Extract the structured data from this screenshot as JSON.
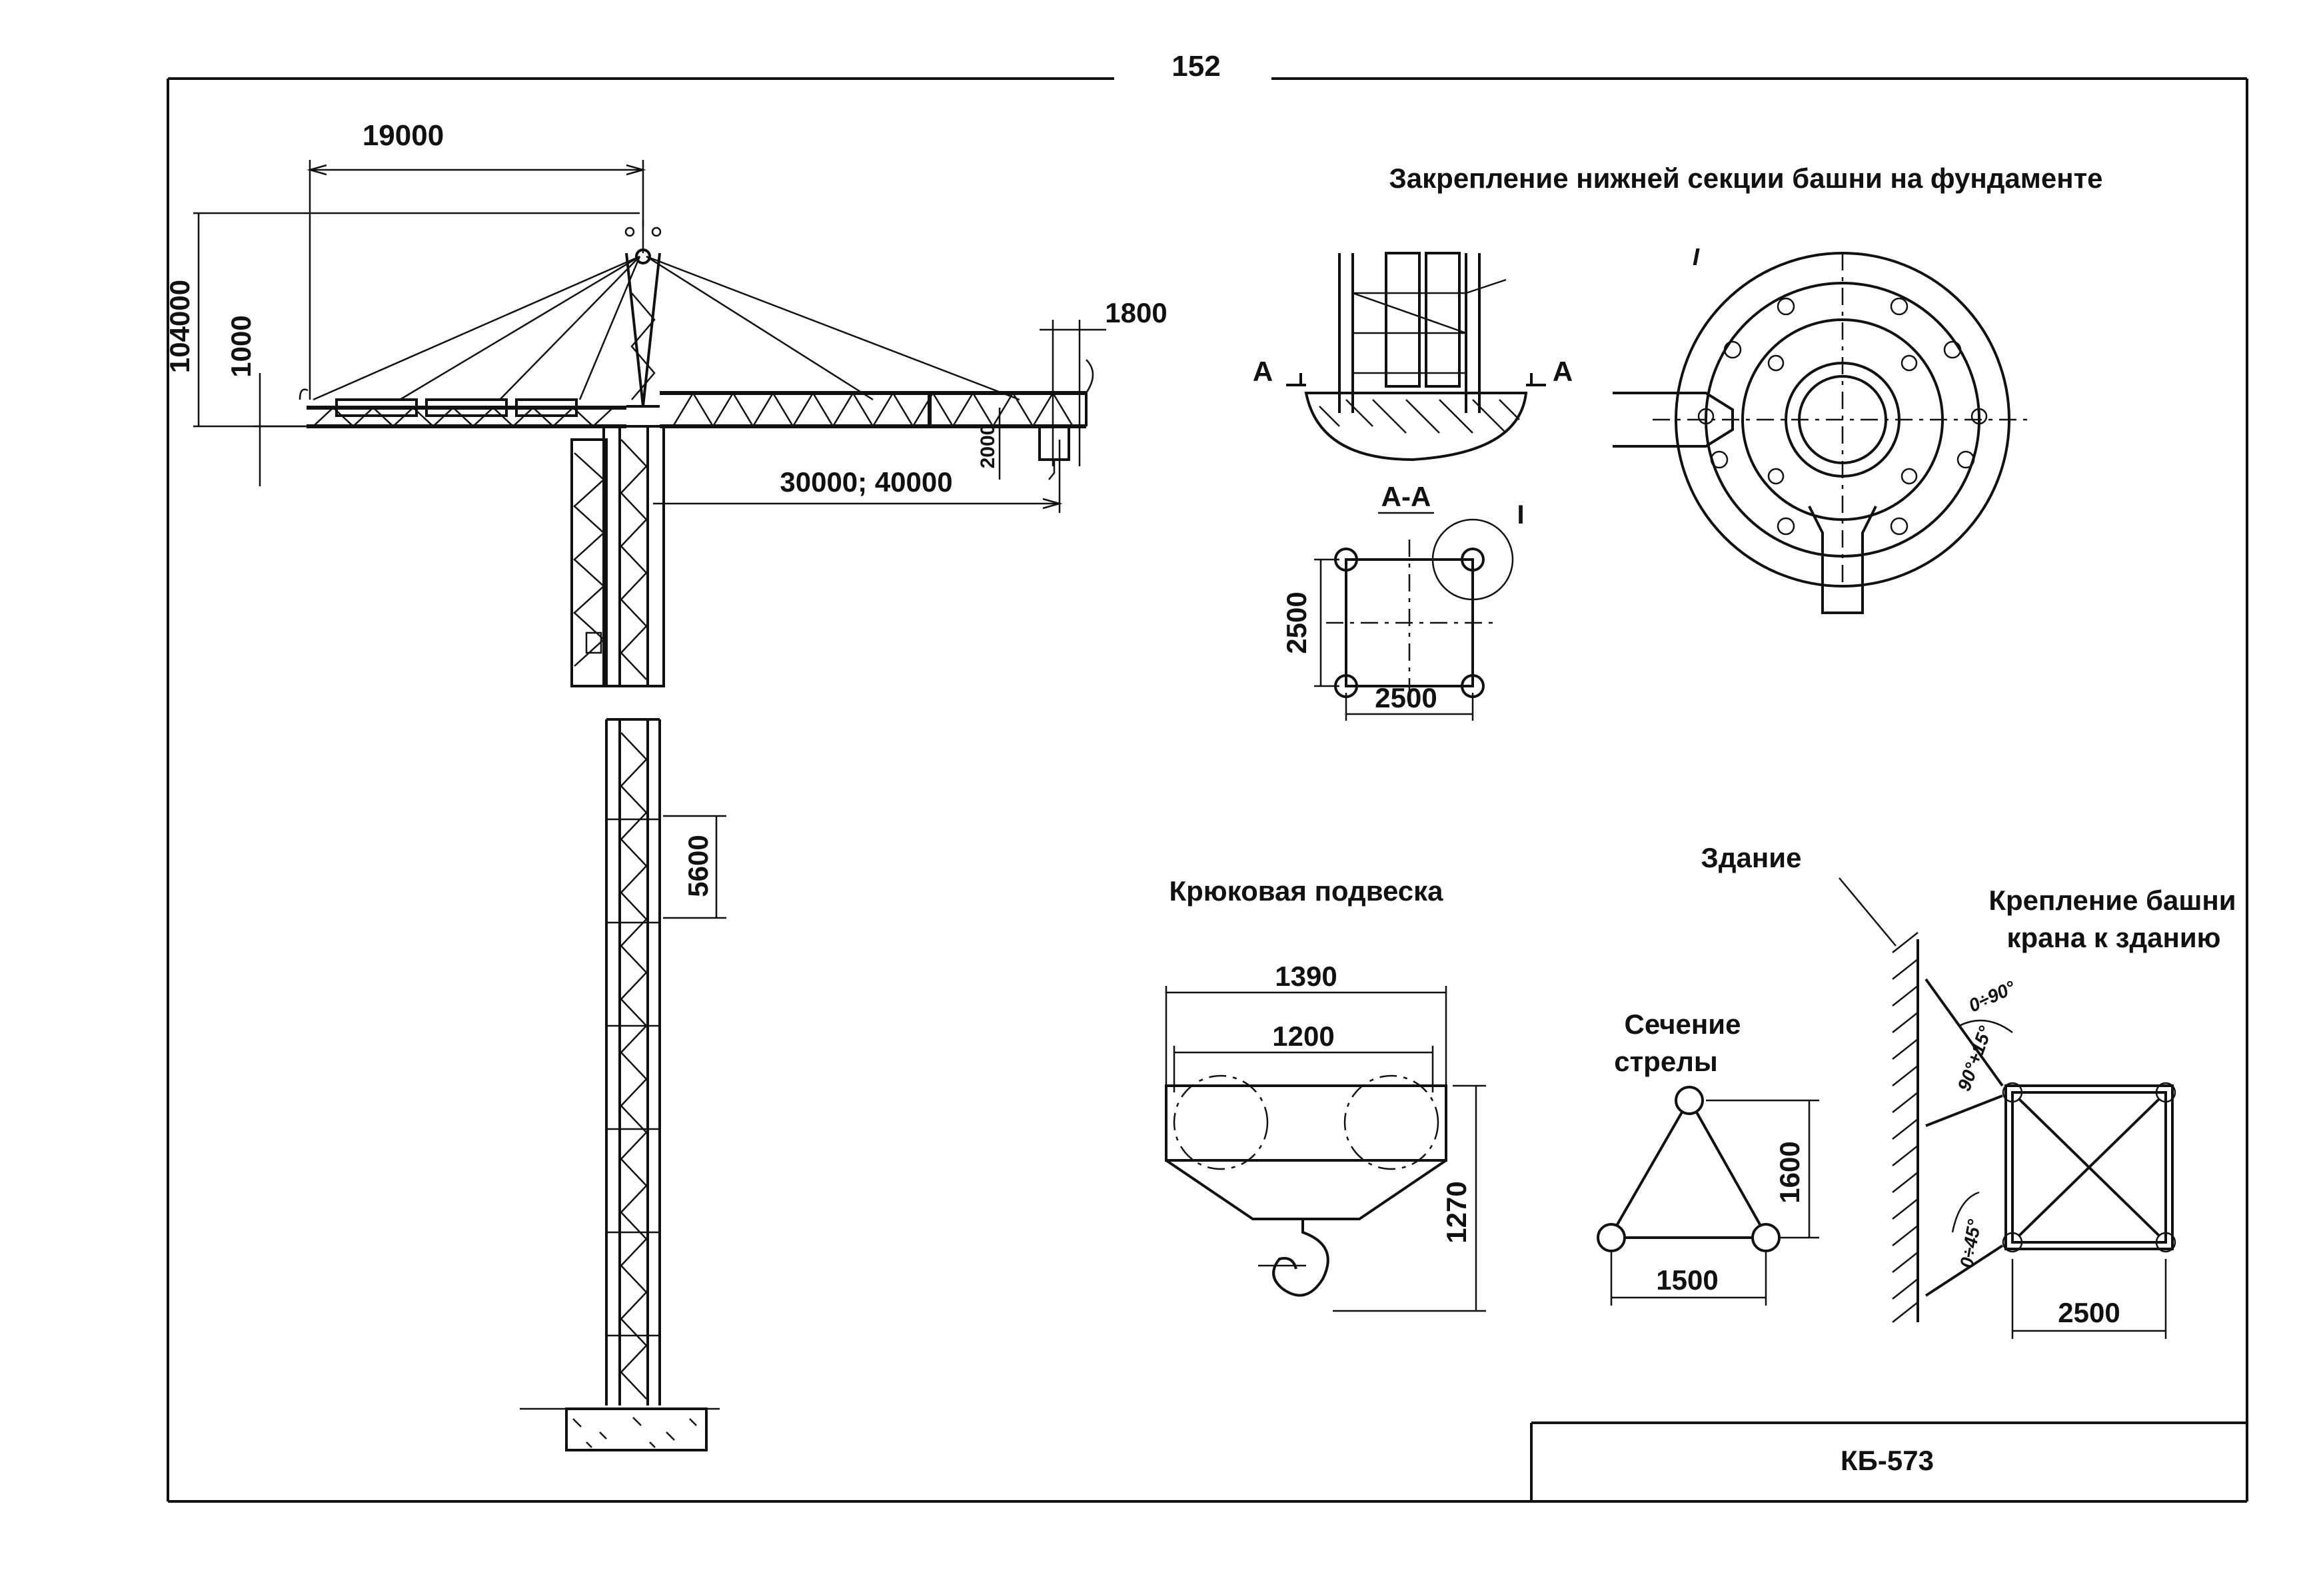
{
  "page_number": "152",
  "model": "КБ-573",
  "elevation": {
    "dim_jib_counter": "19000",
    "dim_height": "104000",
    "dim_head": "1000",
    "dim_tip": "1800",
    "dim_reach": "30000; 40000",
    "dim_hook_block": "2000",
    "dim_section": "5600"
  },
  "foundation": {
    "title": "Закрепление нижней секции башни на фундаменте",
    "section_mark": "А",
    "section_title": "А-А",
    "detail_mark": "I",
    "detail_mark_italic": "I",
    "dim_side": "2500",
    "dim_bottom": "2500"
  },
  "hook": {
    "title": "Крюковая подвеска",
    "dim_outer": "1390",
    "dim_inner": "1200",
    "dim_height": "1270"
  },
  "jib_section": {
    "title_line1": "Сечение",
    "title_line2": "стрелы",
    "dim_height": "1600",
    "dim_width": "1500"
  },
  "building_tie": {
    "building_label": "Здание",
    "title_line1": "Крепление башни",
    "title_line2": "крана к зданию",
    "angle_top": "0÷90°",
    "angle_mid": "90°+15°",
    "angle_low": "0÷45°",
    "dim_width": "2500"
  }
}
